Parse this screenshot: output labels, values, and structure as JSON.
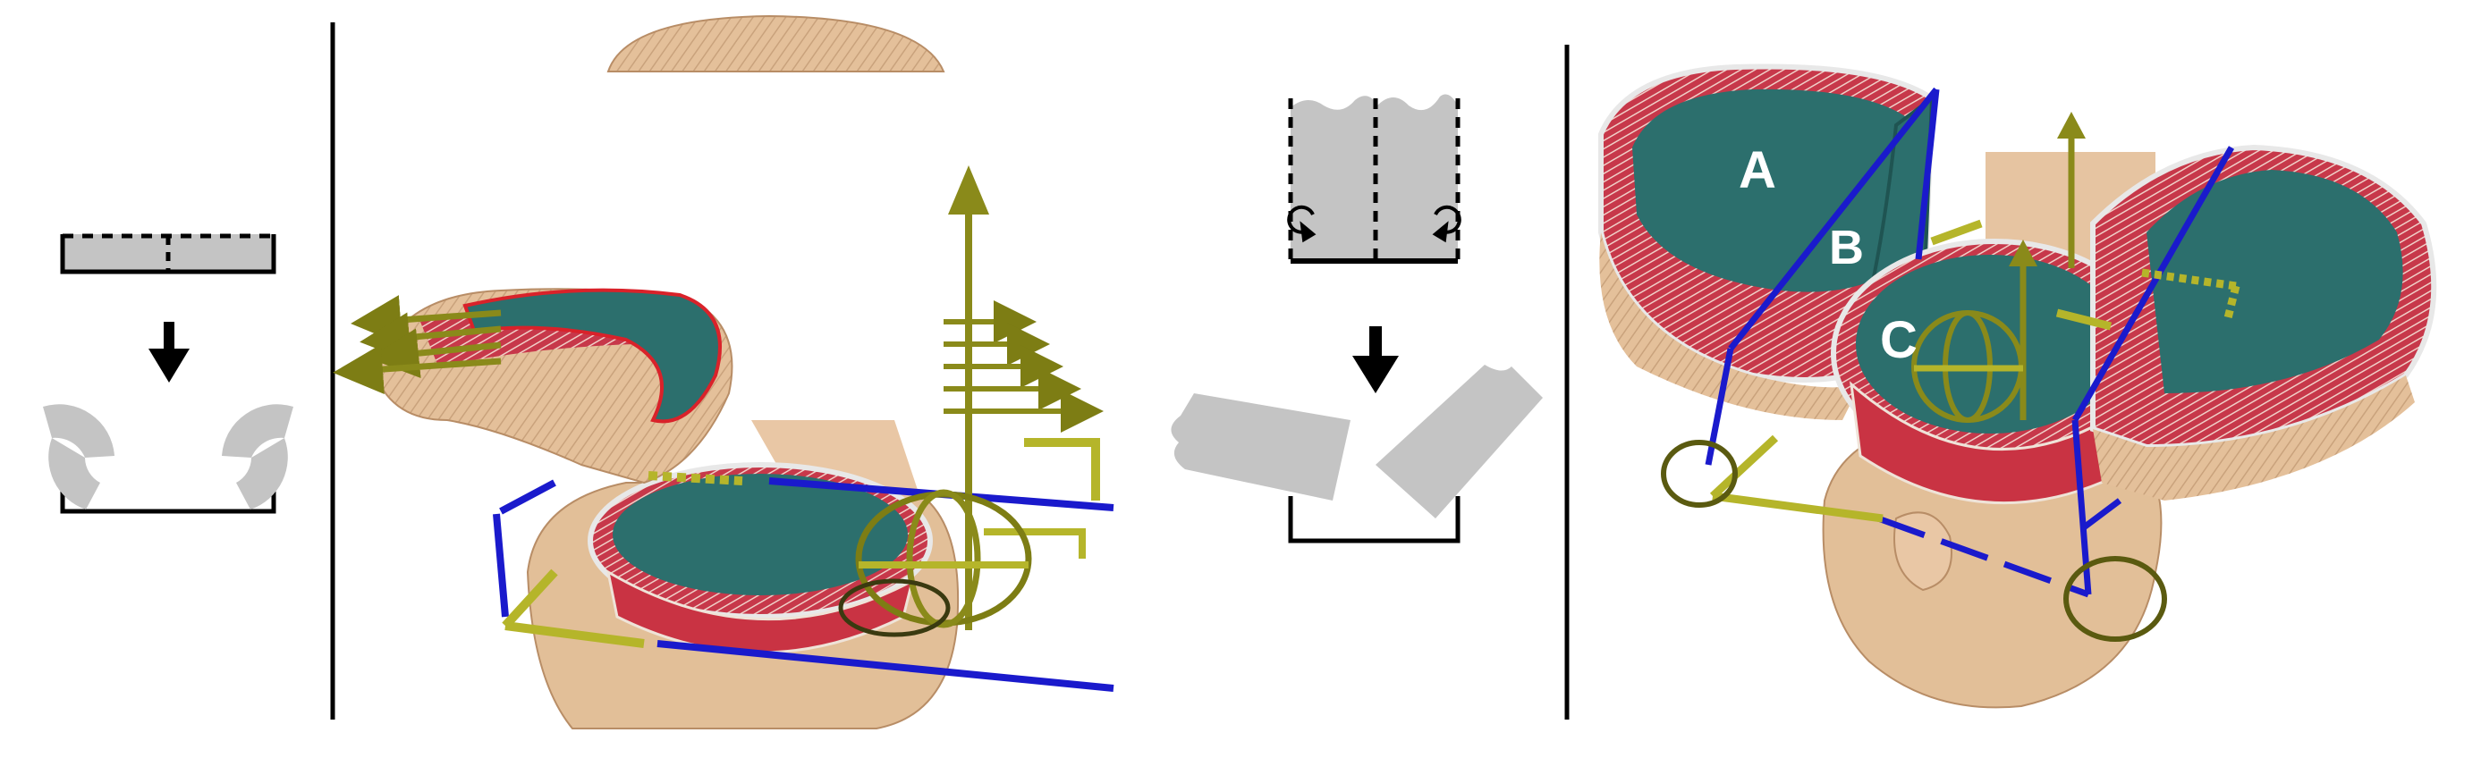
{
  "figure": {
    "panels": [
      {
        "id": "split-one-side"
      },
      {
        "id": "split-two-sides"
      }
    ],
    "region_labels": [
      "A",
      "B",
      "C"
    ]
  },
  "colors": {
    "skin": "#e4c09a",
    "skin_dark": "#b88d66",
    "cortex": "#2c6f6d",
    "cortex_dark": "#1f5452",
    "blood_red": "#d9222a",
    "bone_gray": "#b9b3b6",
    "widget_olive": "#8a8a1a",
    "widget_yellow": "#b5b52a",
    "plane_blue": "#1a1acc",
    "schematic_gray": "#c4c4c4",
    "line_black": "#000000"
  },
  "icons": [
    "down-arrow-icon",
    "rotate-arrow-icon",
    "translate-arrow-icon",
    "rotation-gimbal-icon"
  ]
}
